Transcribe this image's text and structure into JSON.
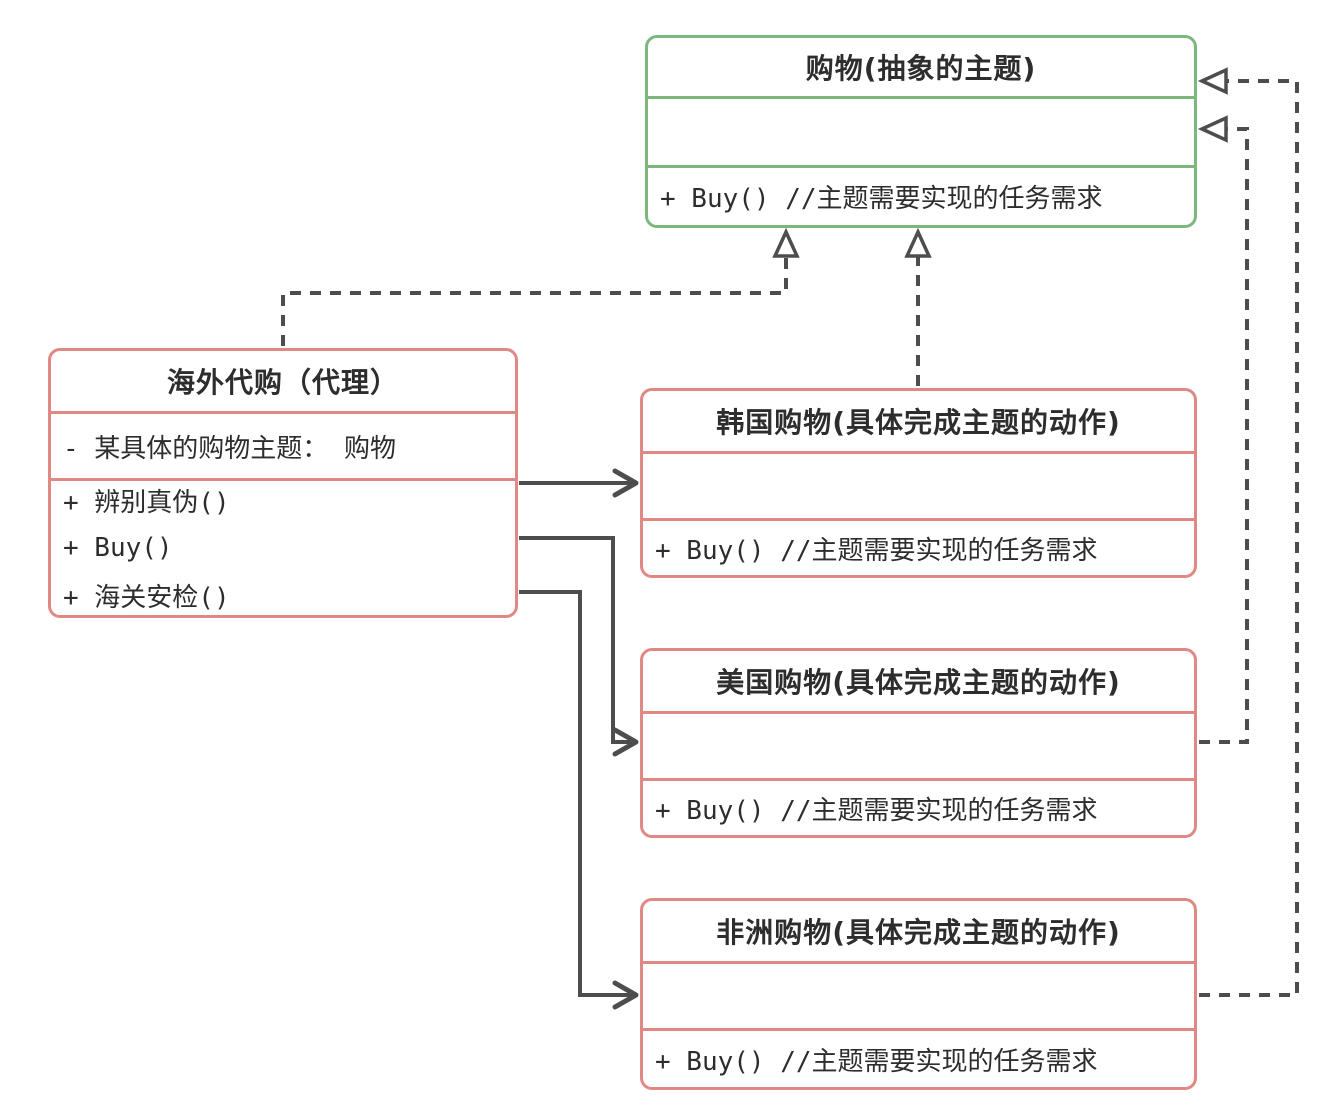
{
  "colors": {
    "abstract_border": "#7CB87C",
    "concrete_border": "#E08984",
    "connector": "#4D4D4D",
    "text": "#2D2D2D",
    "background": "#FFFFFF"
  },
  "classes": {
    "abstract": {
      "title": "购物(抽象的主题)",
      "attributes": [],
      "methods": [
        "+ Buy() //主题需要实现的任务需求"
      ]
    },
    "proxy": {
      "title": "海外代购（代理）",
      "attributes": [
        "- 某具体的购物主题： 购物"
      ],
      "methods": [
        "+ 辨别真伪()",
        "+ Buy()",
        "+ 海关安检()"
      ]
    },
    "korea": {
      "title": "韩国购物(具体完成主题的动作)",
      "attributes": [],
      "methods": [
        "+ Buy() //主题需要实现的任务需求"
      ]
    },
    "usa": {
      "title": "美国购物(具体完成主题的动作)",
      "attributes": [],
      "methods": [
        "+ Buy() //主题需要实现的任务需求"
      ]
    },
    "africa": {
      "title": "非洲购物(具体完成主题的动作)",
      "attributes": [],
      "methods": [
        "+ Buy() //主题需要实现的任务需求"
      ]
    }
  },
  "connections": [
    {
      "from": "proxy",
      "to": "abstract",
      "type": "realization-dashed-hollow-arrow"
    },
    {
      "from": "korea",
      "to": "abstract",
      "type": "realization-dashed-hollow-arrow"
    },
    {
      "from": "usa",
      "to": "abstract",
      "type": "realization-dashed-hollow-arrow"
    },
    {
      "from": "africa",
      "to": "abstract",
      "type": "realization-dashed-hollow-arrow"
    },
    {
      "from": "proxy",
      "to": "korea",
      "type": "association-solid-open-arrow"
    },
    {
      "from": "proxy",
      "to": "usa",
      "type": "association-solid-open-arrow"
    },
    {
      "from": "proxy",
      "to": "africa",
      "type": "association-solid-open-arrow"
    }
  ]
}
